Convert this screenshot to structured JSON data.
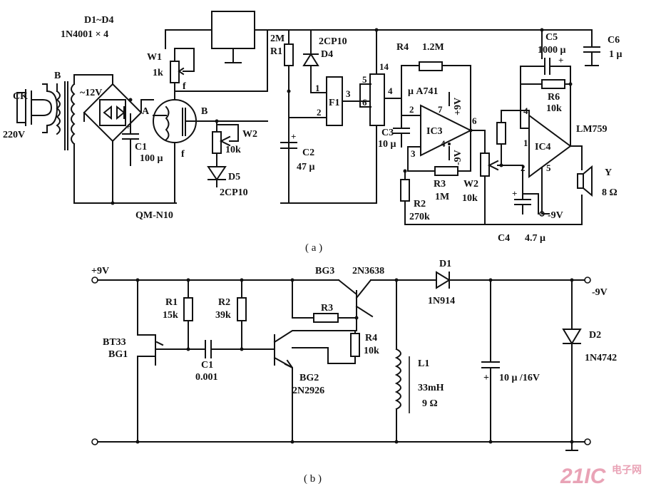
{
  "circuit_a": {
    "caption": "( a )",
    "ck": "CK",
    "mains": "220V",
    "transformer": "B",
    "secondary": "~12V",
    "diodes": "D1~D4",
    "diodes_part": "1N4001 × 4",
    "w1": "W1",
    "w1_value": "1k",
    "f_top": "f",
    "f_bottom": "f",
    "node_a": "A",
    "node_b": "B",
    "c1": "C1",
    "c1_value": "100 μ",
    "sensor": "QM-N10",
    "r1": "R1",
    "r1_value": "2M",
    "d4": "D4",
    "d4_part": "2CP10",
    "pin1": "1",
    "pin2": "2",
    "pin3": "3",
    "pin5": "5",
    "pin6": "6",
    "pin4": "4",
    "pin14": "14",
    "f1": "F1",
    "w2": "W2",
    "w2_value": "10k",
    "d5": "D5",
    "d5_part": "2CP10",
    "c2": "C2",
    "c2_value": "47 μ",
    "r4": "R4",
    "r4_value": "1.2M",
    "ic3_type": "μ A741",
    "ic3": "IC3",
    "ic3_pin2": "2",
    "ic3_pin3": "3",
    "ic3_pin7": "7",
    "ic3_pin4": "4",
    "ic3_pin6": "6",
    "plus9": "+9V",
    "minus9": "-9V",
    "c3": "C3",
    "c3_value": "10 μ",
    "r3": "R3",
    "r3_value": "1M",
    "r2": "R2",
    "r2_value": "270k",
    "w2b": "W2",
    "w2b_value": "10k",
    "c5": "C5",
    "c5_value": "1000 μ",
    "c6": "C6",
    "c6_value": "1 μ",
    "r6": "R6",
    "r6_value": "10k",
    "ic4": "IC4",
    "ic4_type": "LM759",
    "ic4_pin4": "4",
    "ic4_pin1": "1",
    "ic4_pin2": "2",
    "ic4_pin5": "5",
    "speaker": "Y",
    "speaker_value": "8 Ω",
    "c4": "C4",
    "c4_value": "4.7 μ",
    "c4_supply": "-9V"
  },
  "circuit_b": {
    "caption": "( b )",
    "plus9": "+9V",
    "r1": "R1",
    "r1_value": "15k",
    "r2": "R2",
    "r2_value": "39k",
    "bt33": "BT33",
    "bg1": "BG1",
    "c1": "C1",
    "c1_value": "0.001",
    "bg3": "BG3",
    "bg3_part": "2N3638",
    "r3": "R3",
    "r4": "R4",
    "r4_value": "10k",
    "bg2": "BG2",
    "bg2_part": "2N2926",
    "d1": "D1",
    "d1_part": "1N914",
    "l1": "L1",
    "l1_value": "33mH",
    "l1_res": "9 Ω",
    "cap_value": "10 μ /16V",
    "minus9": "-9V",
    "d2": "D2",
    "d2_part": "1N4742"
  },
  "watermark": {
    "brand": "21IC",
    "cn": "电子网"
  }
}
